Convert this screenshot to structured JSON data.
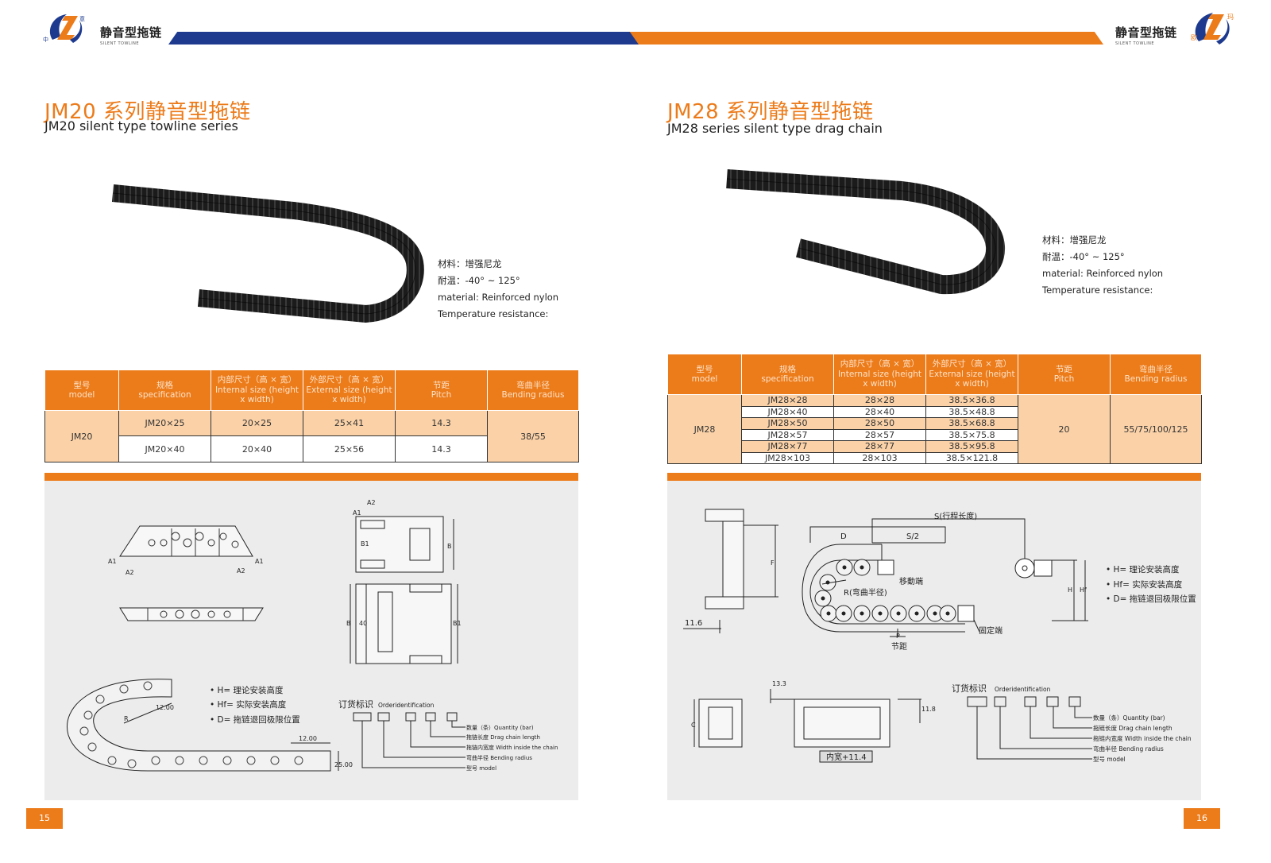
{
  "header": {
    "brand_cn": "静音型拖链",
    "brand_en": "SILENT TOWLINE",
    "logo_left_chars": [
      "中",
      "意"
    ],
    "logo_right_chars": [
      "欧",
      "玛"
    ],
    "colors": {
      "blue": "#1d3a8f",
      "orange": "#ec7b1a"
    }
  },
  "left": {
    "title_cn": "JM20 系列静音型拖链",
    "title_en": "JM20 silent type towline series",
    "material": [
      "材料：增强尼龙",
      "耐温：-40°  ~ 125°",
      "material: Reinforced nylon",
      "Temperature resistance:"
    ],
    "table": {
      "headers": [
        [
          "型号",
          "model"
        ],
        [
          "规格",
          "specification"
        ],
        [
          "内部尺寸（高 × 宽）",
          "Internal size (height x width)"
        ],
        [
          "外部尺寸（高 × 宽）",
          "External size (height x width)"
        ],
        [
          "节距",
          "Pitch"
        ],
        [
          "弯曲半径",
          "Bending radius"
        ]
      ],
      "model": "JM20",
      "rows": [
        [
          "JM20×25",
          "20×25",
          "25×41",
          "14.3"
        ],
        [
          "JM20×40",
          "20×40",
          "25×56",
          "14.3"
        ]
      ],
      "bending_radius": "38/55"
    },
    "drawing": {
      "labels": {
        "a1": "A1",
        "a2": "A2",
        "b": "B",
        "b1": "B1",
        "r": "R",
        "d40": "40",
        "d1200": "12.00",
        "d2500": "25.00"
      },
      "install_notes": [
        "H= 理论安装高度",
        "Hf= 实际安装高度",
        "D= 拖链退回极限位置"
      ],
      "order": {
        "title_cn": "订货标识",
        "title_en": "Orderidentification",
        "items": [
          "数量（条）Quantity (bar)",
          "拖链长度 Drag chain length",
          "拖链内宽度 Width inside the chain",
          "弯曲半径 Bending radius",
          "型号 model"
        ]
      }
    },
    "page_number": "15"
  },
  "right": {
    "title_cn": "JM28 系列静音型拖链",
    "title_en": "JM28 series silent type drag chain",
    "material": [
      "材料：增强尼龙",
      "耐温：-40°  ~ 125°",
      "material: Reinforced nylon",
      "Temperature resistance:"
    ],
    "table": {
      "headers": [
        [
          "型号",
          "model"
        ],
        [
          "规格",
          "specification"
        ],
        [
          "内部尺寸（高 × 宽）",
          "Internal size (height x width)"
        ],
        [
          "外部尺寸（高 × 宽）",
          "External size (height x width)"
        ],
        [
          "节距",
          "Pitch"
        ],
        [
          "弯曲半径",
          "Bending radius"
        ]
      ],
      "model": "JM28",
      "rows": [
        [
          "JM28×28",
          "28×28",
          "38.5×36.8"
        ],
        [
          "JM28×40",
          "28×40",
          "38.5×48.8"
        ],
        [
          "JM28×50",
          "28×50",
          "38.5×68.8"
        ],
        [
          "JM28×57",
          "28×57",
          "38.5×75.8"
        ],
        [
          "JM28×77",
          "28×77",
          "38.5×95.8"
        ],
        [
          "JM28×103",
          "28×103",
          "38.5×121.8"
        ]
      ],
      "pitch": "20",
      "bending_radius": "55/75/100/125"
    },
    "drawing": {
      "labels": {
        "stroke": "S(行程长度)",
        "d": "D",
        "s2": "S/2",
        "moving": "移動端",
        "radius": "R(弯曲半径)",
        "fixed": "固定端",
        "p": "P",
        "pitch_cn": "节距",
        "f": "F",
        "h": "H",
        "hf": "Hf",
        "w116": "11.6",
        "w133": "13.3",
        "w118": "11.8",
        "c": "C",
        "inner": "内宽+11.4"
      },
      "install_notes": [
        "H= 理论安装高度",
        "Hf= 实际安装高度",
        "D= 拖链退回极限位置"
      ],
      "order": {
        "title_cn": "订货标识",
        "title_en": "Orderidentification",
        "items": [
          "数量（条）Quantity (bar)",
          "拖链长度 Drag chain length",
          "拖链内宽度 Width inside the chain",
          "弯曲半径 Bending radius",
          "型号 model"
        ]
      }
    },
    "page_number": "16"
  }
}
